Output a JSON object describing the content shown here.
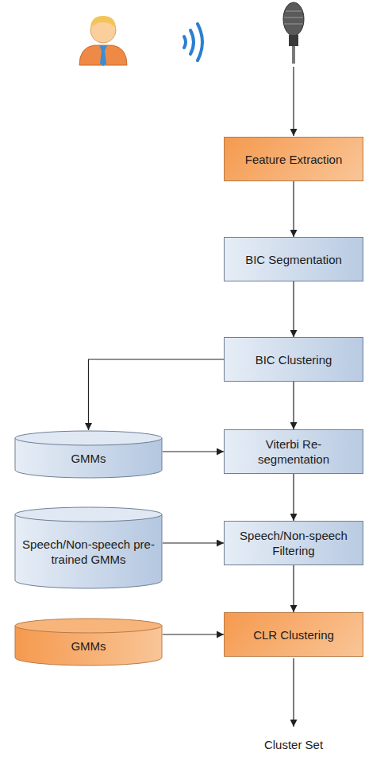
{
  "diagram": {
    "nodes": [
      {
        "text": [
          "Feature Extraction"
        ]
      },
      {
        "text": [
          "BIC Segmentation"
        ]
      },
      {
        "text": [
          "BIC Clustering"
        ]
      },
      {
        "text": [
          "GMMs"
        ]
      },
      {
        "text": [
          "Viterbi Re-segmentation"
        ]
      },
      {
        "text": [
          "Speech/Non-speech pre-trained GMMs"
        ]
      },
      {
        "text": [
          "Speech/Non-speech Filtering"
        ]
      },
      {
        "text": [
          "GMMs"
        ]
      },
      {
        "text": [
          "CLR Clustering"
        ]
      }
    ],
    "edges": [
      {
        "from": 0,
        "to": 1,
        "arrow": "to"
      },
      {
        "from": 1,
        "to": 2,
        "arrow": "to"
      },
      {
        "from": 2,
        "to": 3,
        "arrow": "to"
      },
      {
        "from": 2,
        "to": 4,
        "arrow": "to"
      },
      {
        "from": 3,
        "to": 4,
        "arrow": "to"
      },
      {
        "from": 4,
        "to": 6,
        "arrow": "to"
      },
      {
        "from": 5,
        "to": 6,
        "arrow": "to"
      },
      {
        "from": 6,
        "to": 8,
        "arrow": "to"
      },
      {
        "from": 7,
        "to": 8,
        "arrow": "to"
      }
    ],
    "labels": [
      "Cluster Set"
    ]
  }
}
